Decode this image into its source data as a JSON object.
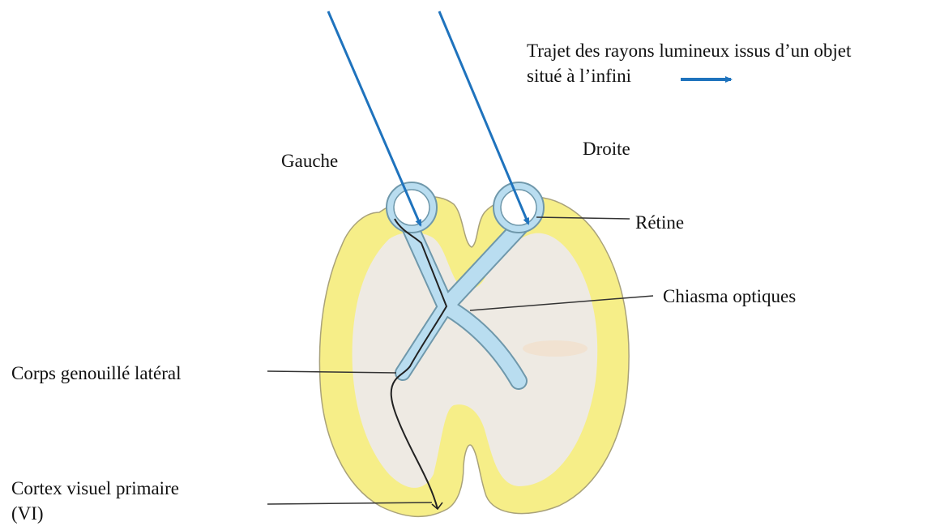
{
  "labels": {
    "legend_line1": "Trajet des rayons lumineux issus d’un objet",
    "legend_line2": "situé à l’infini",
    "left_side": "Gauche",
    "right_side": "Droite",
    "retina": "Rétine",
    "chiasma": "Chiasma optiques",
    "lateral_geniculate": "Corps genouillé latéral",
    "cortex_line1": "Cortex visuel primaire",
    "cortex_line2": "(VI)"
  },
  "colors": {
    "cortex_yellow": "#f6ee88",
    "cortex_outline": "#a9a27a",
    "brain_interior": "#eeeae3",
    "optic_blue": "#b9ddf0",
    "optic_outline": "#6f98ab",
    "light_ray": "#1f73bd",
    "leader_line": "#333333"
  }
}
